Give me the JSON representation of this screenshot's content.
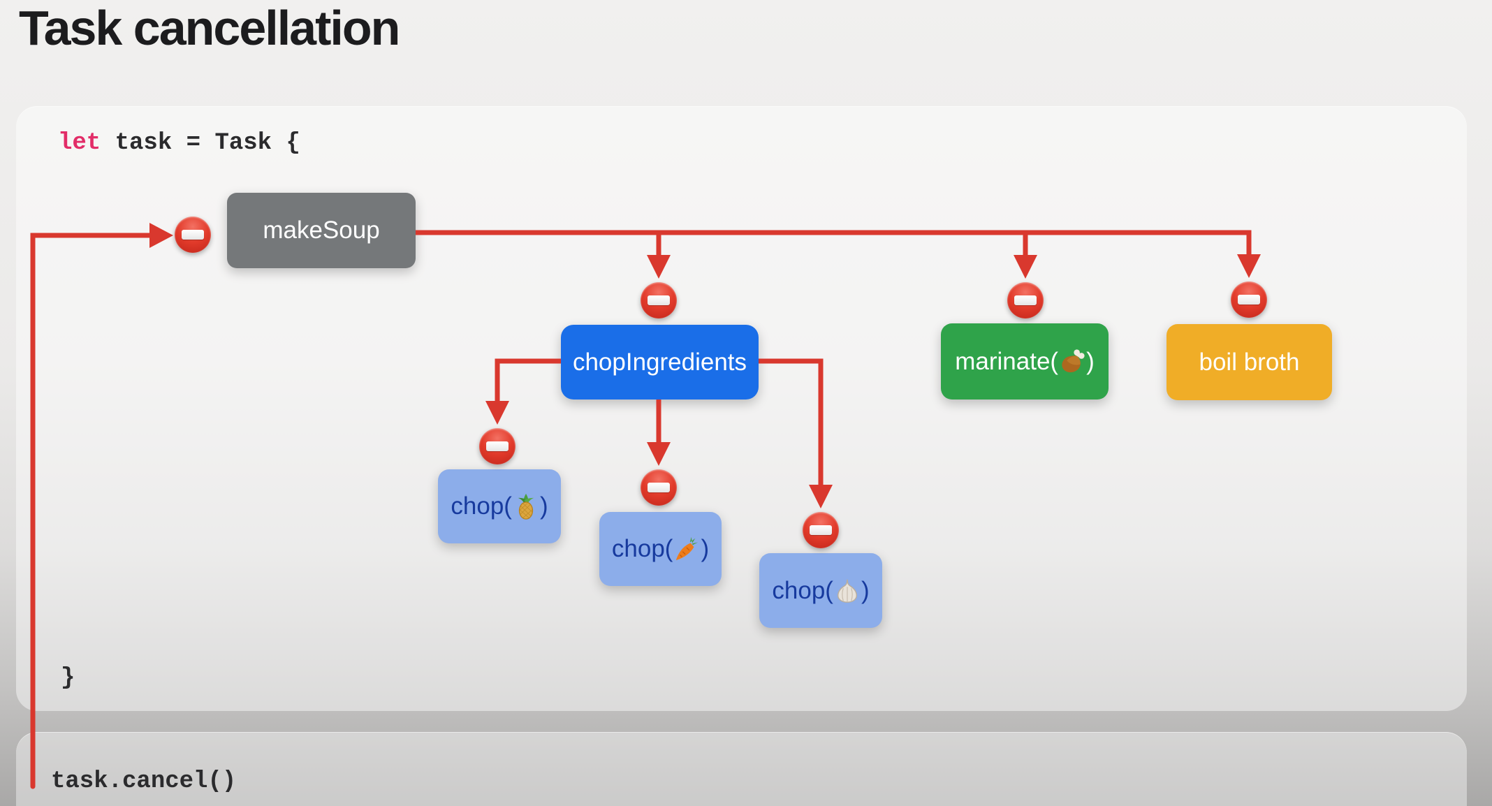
{
  "title": "Task cancellation",
  "code": {
    "line1_keyword": "let",
    "line1_rest": " task = Task {",
    "closing_brace": "}",
    "cancel_call": "task.cancel()"
  },
  "diagram": {
    "nodes": {
      "make_soup": {
        "label": "makeSoup"
      },
      "chop_ingredients": {
        "label": "chopIngredients"
      },
      "marinate": {
        "label": "marinate(🍗)",
        "label_prefix": "marinate(",
        "emoji": "poultry-leg",
        "label_suffix": ")"
      },
      "boil_broth": {
        "label": "boil broth"
      },
      "chop_pineapple": {
        "label": "chop(🍍)",
        "label_prefix": "chop(",
        "emoji": "pineapple",
        "label_suffix": ")"
      },
      "chop_carrot": {
        "label": "chop(🥕)",
        "label_prefix": "chop(",
        "emoji": "carrot",
        "label_suffix": ")"
      },
      "chop_garlic": {
        "label": "chop(🧄)",
        "label_prefix": "chop(",
        "emoji": "garlic",
        "label_suffix": ")"
      }
    },
    "cancel_marker": "no-entry-sign",
    "cancel_marker_count": 7,
    "edges": [
      "task.cancel -> makeSoup",
      "makeSoup -> chopIngredients",
      "makeSoup -> marinate",
      "makeSoup -> boil broth",
      "chopIngredients -> chop(pineapple)",
      "chopIngredients -> chop(carrot)",
      "chopIngredients -> chop(garlic)"
    ]
  },
  "colors": {
    "arrow-red": "#d9382e",
    "box-gray": "#75787a",
    "box-blue": "#1a6ee8",
    "box-light-blue": "#8cadea",
    "box-green": "#2fa34a",
    "box-amber": "#f0ad27",
    "light-blue-text": "#173a9e",
    "keyword-pink": "#e22d68",
    "code-text": "#2b2b2d",
    "title-text": "#1c1c1e"
  }
}
